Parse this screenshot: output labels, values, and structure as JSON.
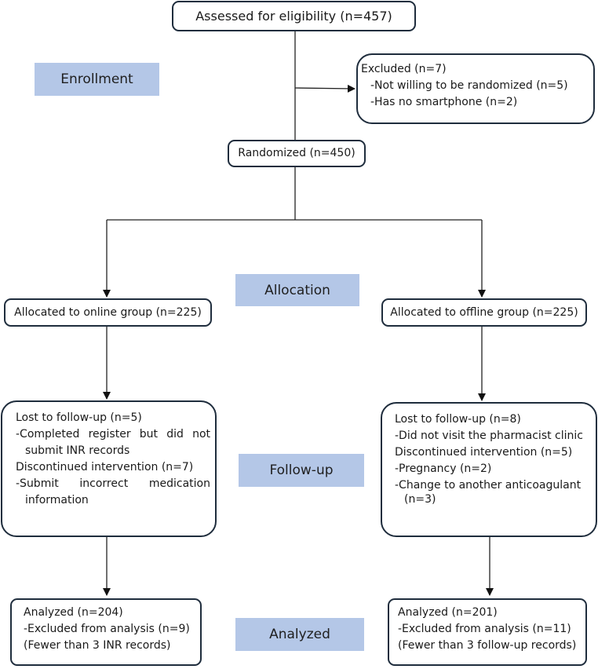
{
  "stages": {
    "enrollment": "Enrollment",
    "allocation": "Allocation",
    "followup": "Follow-up",
    "analyzed": "Analyzed"
  },
  "assessed": "Assessed for eligibility (n=457)",
  "excluded": {
    "title": "Excluded (n=7)",
    "items": [
      "-Not willing to be randomized (n=5)",
      "-Has no smartphone (n=2)"
    ]
  },
  "randomized": "Randomized (n=450)",
  "online": {
    "allocated": "Allocated to online group (n=225)",
    "followup": {
      "lost": "Lost to follow-up (n=5)",
      "lost_reason_1": "-Completed register but did not",
      "lost_reason_2": "submit INR records",
      "discontinued": "Discontinued intervention (n=7)",
      "disc_reason_1": "-Submit incorrect medication",
      "disc_reason_2": "information"
    },
    "analysis": {
      "analyzed": "Analyzed (n=204)",
      "excluded": "-Excluded from analysis (n=9)",
      "reason": "(Fewer than 3 INR records)"
    }
  },
  "offline": {
    "allocated": "Allocated to offline group (n=225)",
    "followup": {
      "lost": "Lost to follow-up (n=8)",
      "lost_reason": "-Did not visit the pharmacist clinic",
      "discontinued": "Discontinued intervention (n=5)",
      "reason_1": "-Pregnancy (n=2)",
      "reason_2": "-Change to another anticoagulant",
      "reason_2_count": "(n=3)"
    },
    "analysis": {
      "analyzed": "Analyzed (n=201)",
      "excluded": "-Excluded from analysis (n=11)",
      "reason": "(Fewer than 3 follow-up records)"
    }
  }
}
